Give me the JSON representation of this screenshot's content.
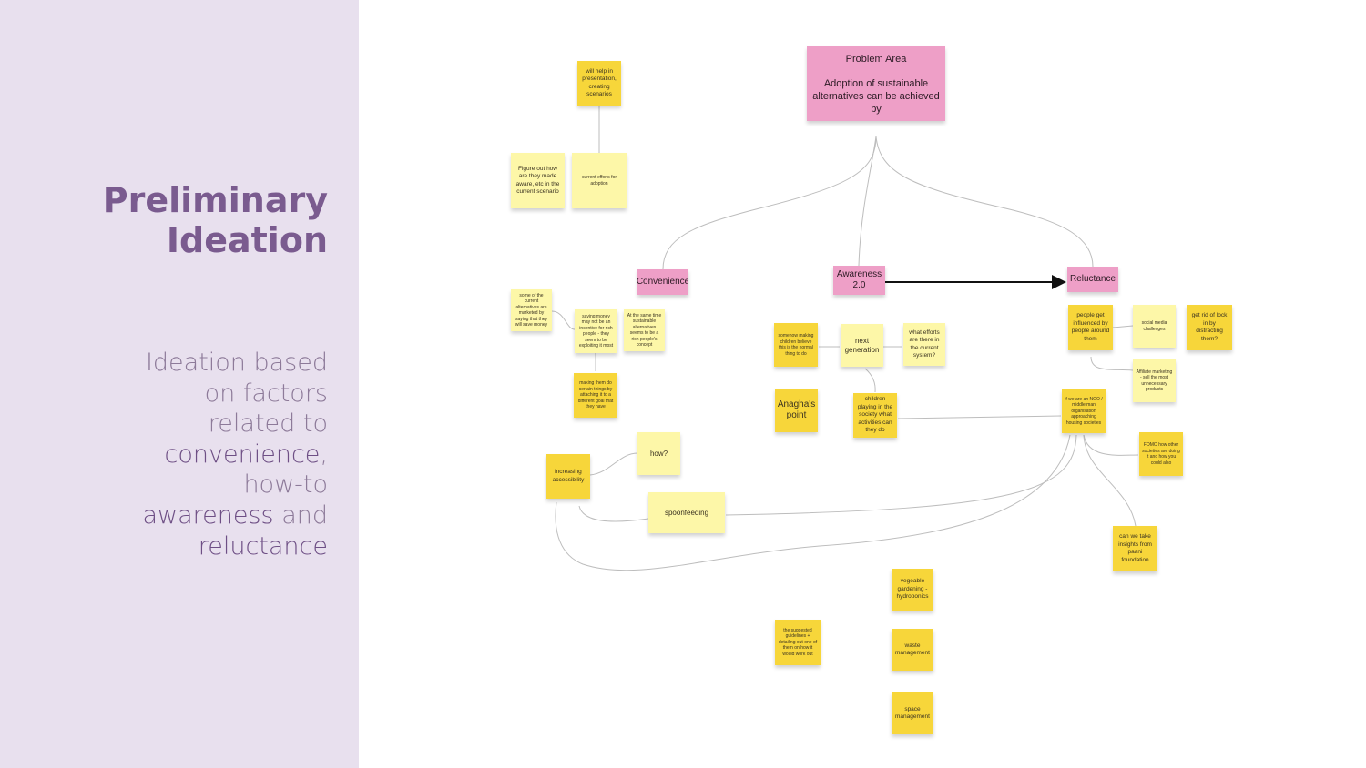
{
  "slide": {
    "title_line1": "Preliminary",
    "title_line2": "Ideation",
    "subtitle": {
      "l1": "Ideation based",
      "l2": "on factors",
      "l3": "related to",
      "l4_hl": "convenience",
      "l4_end": ",",
      "l5": "how-to",
      "l6_hl": "awareness",
      "l6_end": " and",
      "l7_hl": "reluctance"
    }
  },
  "colors": {
    "left_panel": "#e8e0ee",
    "title": "#7a5b8f",
    "pink_note": "#ee9fc7",
    "gold_note": "#f7d63a",
    "pale_note": "#fdf7a8"
  },
  "board": {
    "problem": {
      "heading": "Problem Area",
      "text": "Adoption of sustainable alternatives can be achieved by"
    },
    "categories": {
      "convenience": "Convenience",
      "awareness": "Awareness 2.0",
      "reluctance": "Reluctance"
    },
    "notes": {
      "presentation": "will help in presentation, creating scenarios",
      "figure_out": "Figure out how are they made aware, etc in the current scenario",
      "current_efforts": "current efforts for adoption",
      "marketed": "some of the current alternatives are marketed by saying that they will save money",
      "saving_money": "saving money may not be an incentive for rich people - they seem to be exploiting it most",
      "same_time": "At the same time sustainable alternatives seems to be a rich people's concept",
      "attaching_goal": "making them do certain things by attaching it to a different goal that they have",
      "increasing_access": "increasing accessibility",
      "how": "how?",
      "spoonfeeding": "spoonfeeding",
      "children_normal": "somehow making children believe this is the normal thing to do",
      "next_gen": "next generation",
      "efforts_system": "what efforts are there in the current system?",
      "anagha": "Anagha's point",
      "children_playing": "children playing in the society what activities can they do",
      "influenced": "people get influenced by people around them",
      "social_media": "social media challenges",
      "lock_in": "get rid of lock in by distracting them?",
      "affiliate": "Affiliate marketing - sell the most unnecessary products",
      "ngo": "if we are an NGO / middle man organisation approaching housing societies",
      "fomo": "FOMO how other societies are doing it and how you could also",
      "paani": "can we take insights from paani foundation",
      "veg": "vegeable gardening - hydroponics",
      "guidelines": "the suggested guidelines + detailing out one of them on how it would work out",
      "waste": "waste management",
      "space": "space management"
    }
  }
}
